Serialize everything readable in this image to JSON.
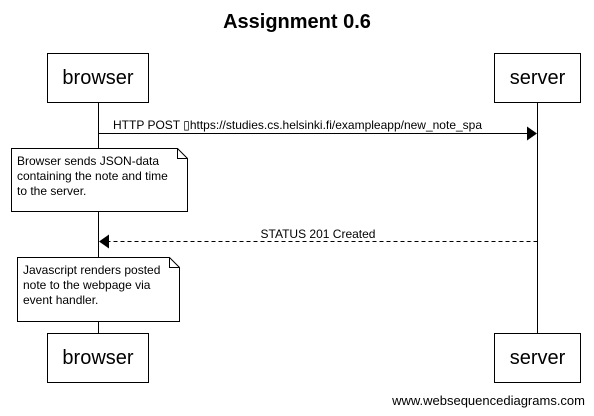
{
  "diagram": {
    "title": "Assignment 0.6",
    "participants": [
      {
        "id": "browser",
        "label": "browser"
      },
      {
        "id": "server",
        "label": "server"
      }
    ],
    "messages": [
      {
        "from": "browser",
        "to": "server",
        "style": "solid",
        "label": "HTTP POST ▯https://studies.cs.helsinki.fi/exampleapp/new_note_spa"
      },
      {
        "from": "server",
        "to": "browser",
        "style": "dashed",
        "label": "STATUS 201 Created"
      }
    ],
    "notes": [
      {
        "attached_to": "browser",
        "text": "Browser sends JSON-data\ncontaining the note and time\nto the server."
      },
      {
        "attached_to": "browser",
        "text": "Javascript renders posted\nnote to the webpage via\nevent handler."
      }
    ],
    "watermark": "www.websequencediagrams.com"
  }
}
